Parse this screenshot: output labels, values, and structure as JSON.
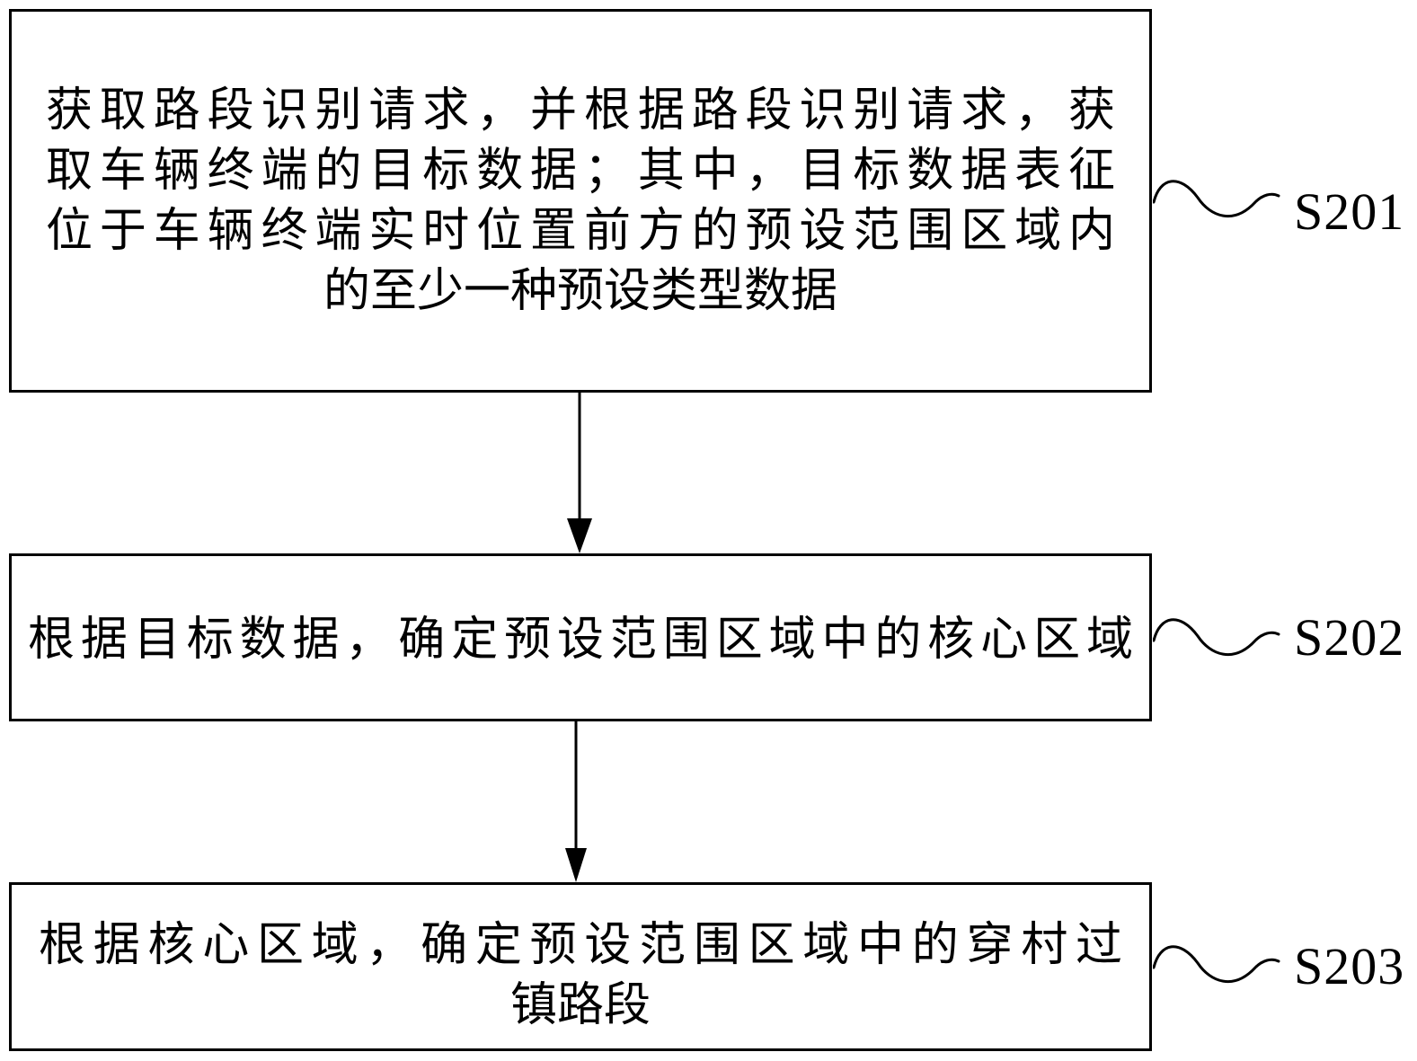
{
  "diagram": {
    "type": "flowchart",
    "background_color": "#ffffff",
    "ink_color": "#000000",
    "steps": [
      {
        "label": "S201",
        "lines": [
          "获取路段识别请求，并根据路段识别请求，获",
          "取车辆终端的目标数据；其中，目标数据表征",
          "位于车辆终端实时位置前方的预设范围区域内",
          "的至少一种预设类型数据"
        ]
      },
      {
        "label": "S202",
        "lines": [
          "根据目标数据，确定预设范围区域中的核心区域"
        ]
      },
      {
        "label": "S203",
        "lines": [
          "根据核心区域，确定预设范围区域中的穿村过",
          "镇路段"
        ]
      }
    ],
    "connectors": [
      {
        "from": "S201",
        "to": "S202",
        "shape": "arrow-down"
      },
      {
        "from": "S202",
        "to": "S203",
        "shape": "arrow-down"
      }
    ]
  }
}
